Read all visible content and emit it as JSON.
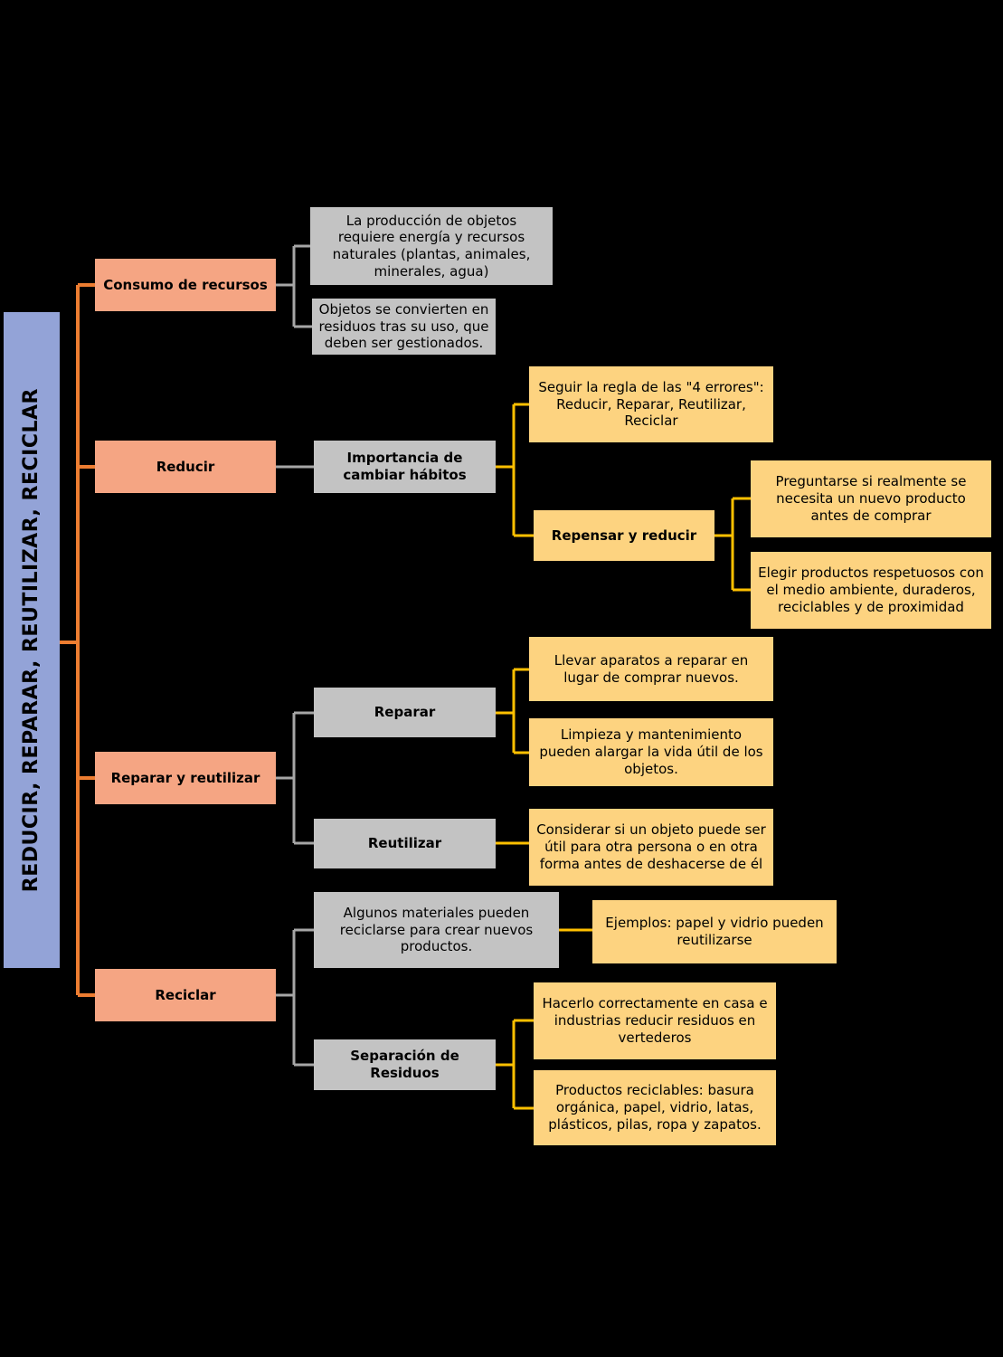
{
  "title": "REDUCIR, REPARAR, REUTILIZAR, RECICLAR",
  "colors": {
    "background": "#000000",
    "root_fill": "#93A3D7",
    "branch_fill": "#F5A583",
    "topic_fill": "#C3C3C3",
    "detail_fill": "#FDD380",
    "line_orange": "#ED7D31",
    "line_gray": "#A6A6A6",
    "line_yellow": "#FFC000"
  },
  "nodes": {
    "root": "REDUCIR, REPARAR, REUTILIZAR, RECICLAR",
    "consumo": "Consumo de recursos",
    "consumo_c1": "La producción de objetos requiere energía y recursos naturales (plantas, animales, minerales, agua)",
    "consumo_c2": "Objetos se convierten en residuos tras su uso, que deben ser gestionados.",
    "reducir": "Reducir",
    "importancia": "Importancia de cambiar hábitos",
    "regla": "Seguir la regla de las \"4 errores\": Reducir, Reparar, Reutilizar, Reciclar",
    "repensar": "Repensar y reducir",
    "preguntarse": "Preguntarse si realmente se necesita un nuevo producto antes de comprar",
    "elegir": "Elegir productos respetuosos con el medio ambiente, duraderos, reciclables y de proximidad",
    "reparar_grupo": "Reparar y reutilizar",
    "reparar": "Reparar",
    "llevar": "Llevar aparatos a reparar en lugar de comprar nuevos.",
    "limpieza": "Limpieza y mantenimiento pueden alargar la vida útil de los objetos.",
    "reutilizar": "Reutilizar",
    "considerar": "Considerar si un objeto puede ser útil para otra persona o en otra forma antes de deshacerse de él",
    "reciclar": "Reciclar",
    "algunos": "Algunos materiales pueden reciclarse para crear nuevos productos.",
    "ejemplos": "Ejemplos: papel y vidrio pueden reutilizarse",
    "separacion": "Separación de Residuos",
    "hacerlo": "Hacerlo correctamente en casa e industrias reducir residuos en vertederos",
    "productos": "Productos reciclables: basura orgánica, papel, vidrio, latas, plásticos, pilas, ropa y zapatos."
  }
}
